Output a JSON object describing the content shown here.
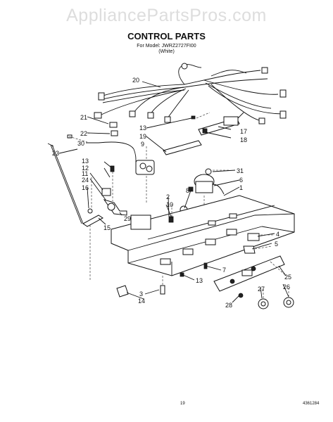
{
  "watermark": "AppliancePartsPros.com",
  "header": {
    "title": "CONTROL PARTS",
    "model": "For Model: JWRZ2727FI00",
    "color": "(White)"
  },
  "callouts": [
    "20",
    "21",
    "22",
    "30",
    "13",
    "19",
    "9",
    "17",
    "18",
    "23",
    "13",
    "12",
    "11",
    "24",
    "16",
    "15",
    "29",
    "31",
    "8",
    "6",
    "1",
    "2",
    "10",
    "4",
    "5",
    "7",
    "25",
    "13",
    "26",
    "27",
    "28",
    "3",
    "14"
  ],
  "footer": {
    "page": "19",
    "doc_id": "4361284"
  }
}
